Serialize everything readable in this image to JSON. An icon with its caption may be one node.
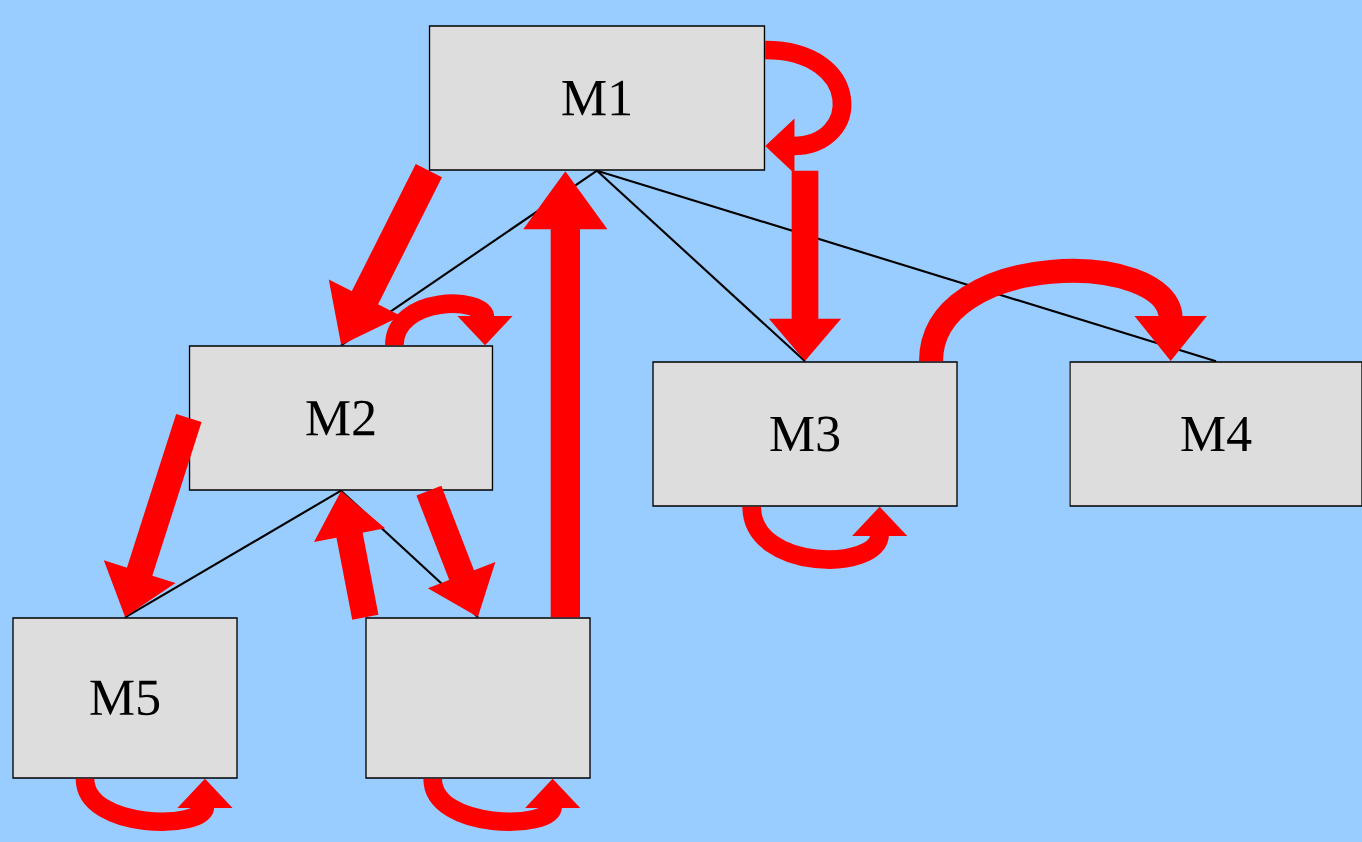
{
  "diagram": {
    "nodes": [
      {
        "text": [
          "M1"
        ]
      },
      {
        "text": [
          "M2"
        ]
      },
      {
        "text": [
          "M3"
        ]
      },
      {
        "text": [
          "M4"
        ]
      },
      {
        "text": [
          "M5"
        ]
      },
      {
        "text": [],
        "shape": "box"
      }
    ],
    "edges": [
      {
        "from": 0,
        "to": 1,
        "arrow": "none",
        "color": "#000000"
      },
      {
        "from": 0,
        "to": 2,
        "arrow": "none",
        "color": "#000000"
      },
      {
        "from": 0,
        "to": 3,
        "arrow": "none",
        "color": "#000000"
      },
      {
        "from": 1,
        "to": 4,
        "arrow": "none",
        "color": "#000000"
      },
      {
        "from": 1,
        "to": 5,
        "arrow": "none",
        "color": "#000000"
      },
      {
        "from": 0,
        "to": 1,
        "arrow": "to"
      },
      {
        "from": 1,
        "to": 4,
        "arrow": "to"
      },
      {
        "from": 5,
        "to": 1,
        "arrow": "to"
      },
      {
        "from": 1,
        "to": 5,
        "arrow": "to"
      },
      {
        "from": 5,
        "to": 0,
        "arrow": "to"
      },
      {
        "from": 0,
        "to": 2,
        "arrow": "to"
      },
      {
        "from": 0,
        "to": 0,
        "arrow": "to"
      },
      {
        "from": 2,
        "to": 3,
        "arrow": "to"
      },
      {
        "from": 1,
        "to": 1,
        "arrow": "to"
      },
      {
        "from": 2,
        "to": 2,
        "arrow": "to"
      },
      {
        "from": 4,
        "to": 4,
        "arrow": "to"
      },
      {
        "from": 5,
        "to": 5,
        "arrow": "to"
      }
    ]
  }
}
